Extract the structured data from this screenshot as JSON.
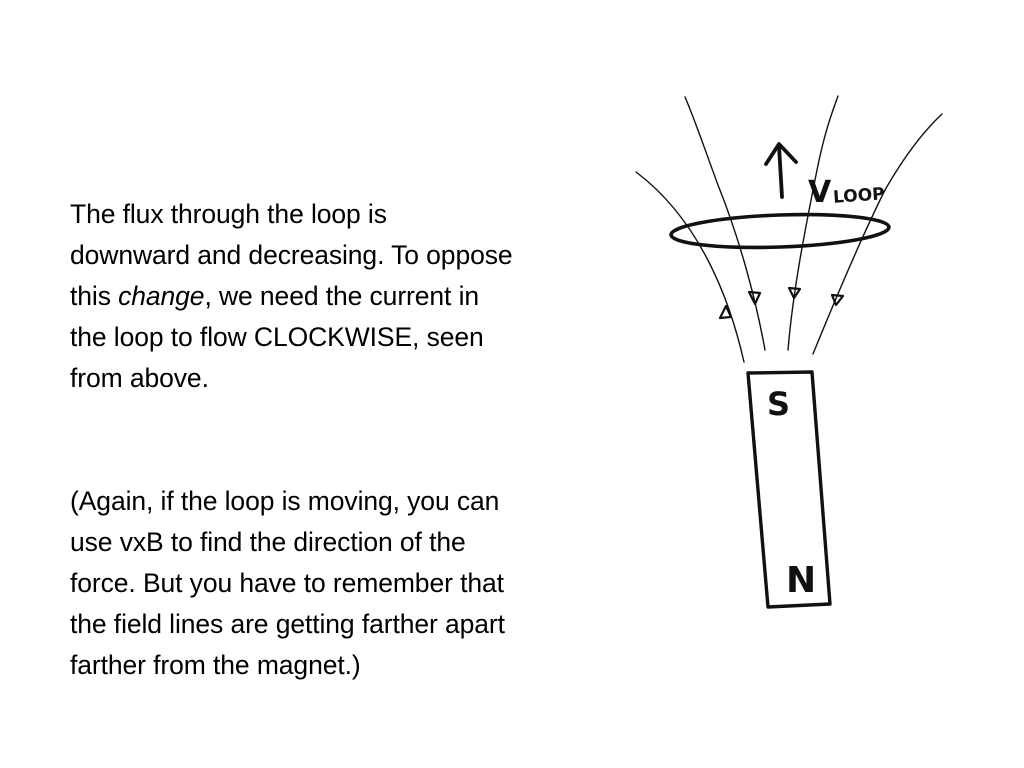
{
  "paragraph1": {
    "line1": "The flux through the loop is",
    "line2": "downward and decreasing. To oppose",
    "line3_before": "this ",
    "line3_emph": "change",
    "line3_after": ", we need the current in",
    "line4": "the loop to flow CLOCKWISE, seen",
    "line5": "from above."
  },
  "paragraph2": {
    "line1": "(Again, if the loop is moving, you can",
    "line2": "use vxB to find the direction of the",
    "line3": "force. But you have to remember that",
    "line4": "the field lines are getting farther apart",
    "line5": "farther from the magnet.)"
  },
  "diagram": {
    "velocity_label_main": "V",
    "velocity_label_sub": "LOOP",
    "magnet_top_pole": "S",
    "magnet_bottom_pole": "N",
    "ink_color": "#111111"
  }
}
